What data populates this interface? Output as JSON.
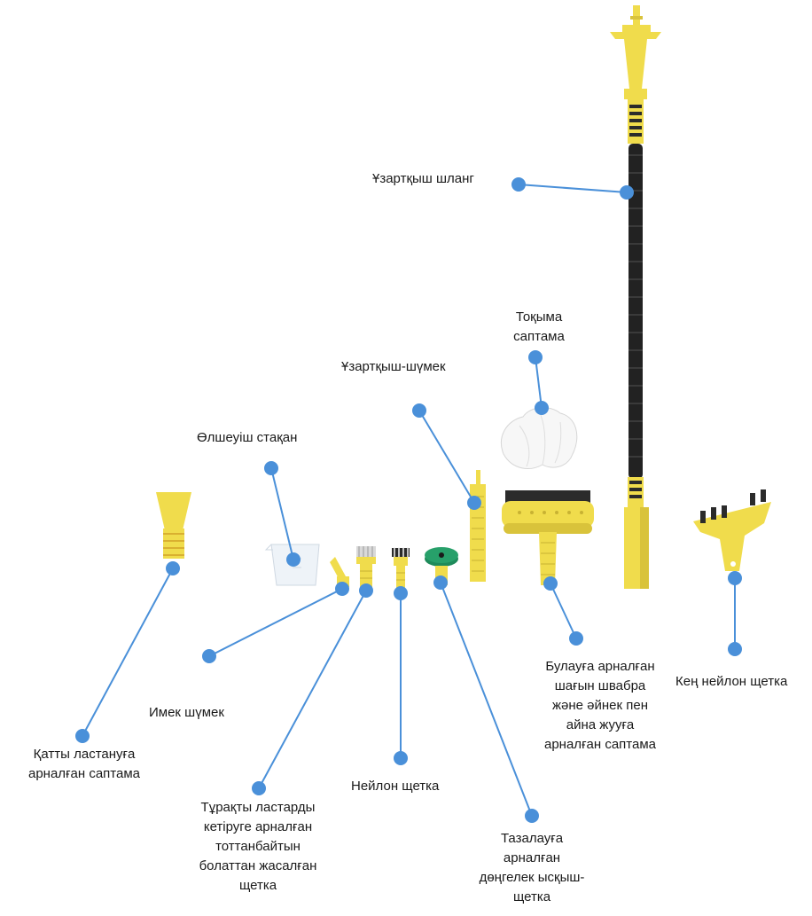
{
  "colors": {
    "yellow": "#f0dc4c",
    "yellow_shade": "#d9c33b",
    "dark": "#2b2b2b",
    "hose": "#222222",
    "dot": "#4a90d9",
    "leader": "#4a90d9",
    "green": "#1e8a5a",
    "cup": "#eef3f8"
  },
  "labels": {
    "hose": "Ұзартқыш шланг",
    "cloth": "Тоқыма\nсаптама",
    "extension_nozzle": "Ұзартқыш-шүмек",
    "measuring_cup": "Өлшеуіш стақан",
    "window_nozzle": "Булауға арналған\nшағын швабра\nжәне әйнек пен\nайна жууға\nарналған саптама",
    "wide_nylon_brush": "Кең нейлон щетка",
    "curved_nozzle": "Имек шүмек",
    "heavy_stain_nozzle": "Қатты ластануға\nарналған саптама",
    "nylon_brush": "Нейлон щетка",
    "steel_brush": "Тұрақты ластарды\nкетіруге арналған\nтоттанбайтын\nболаттан жасалған\nщетка",
    "round_scraper": "Тазалауға\nарналған\nдөңгелек ысқыш-\nщетка"
  }
}
